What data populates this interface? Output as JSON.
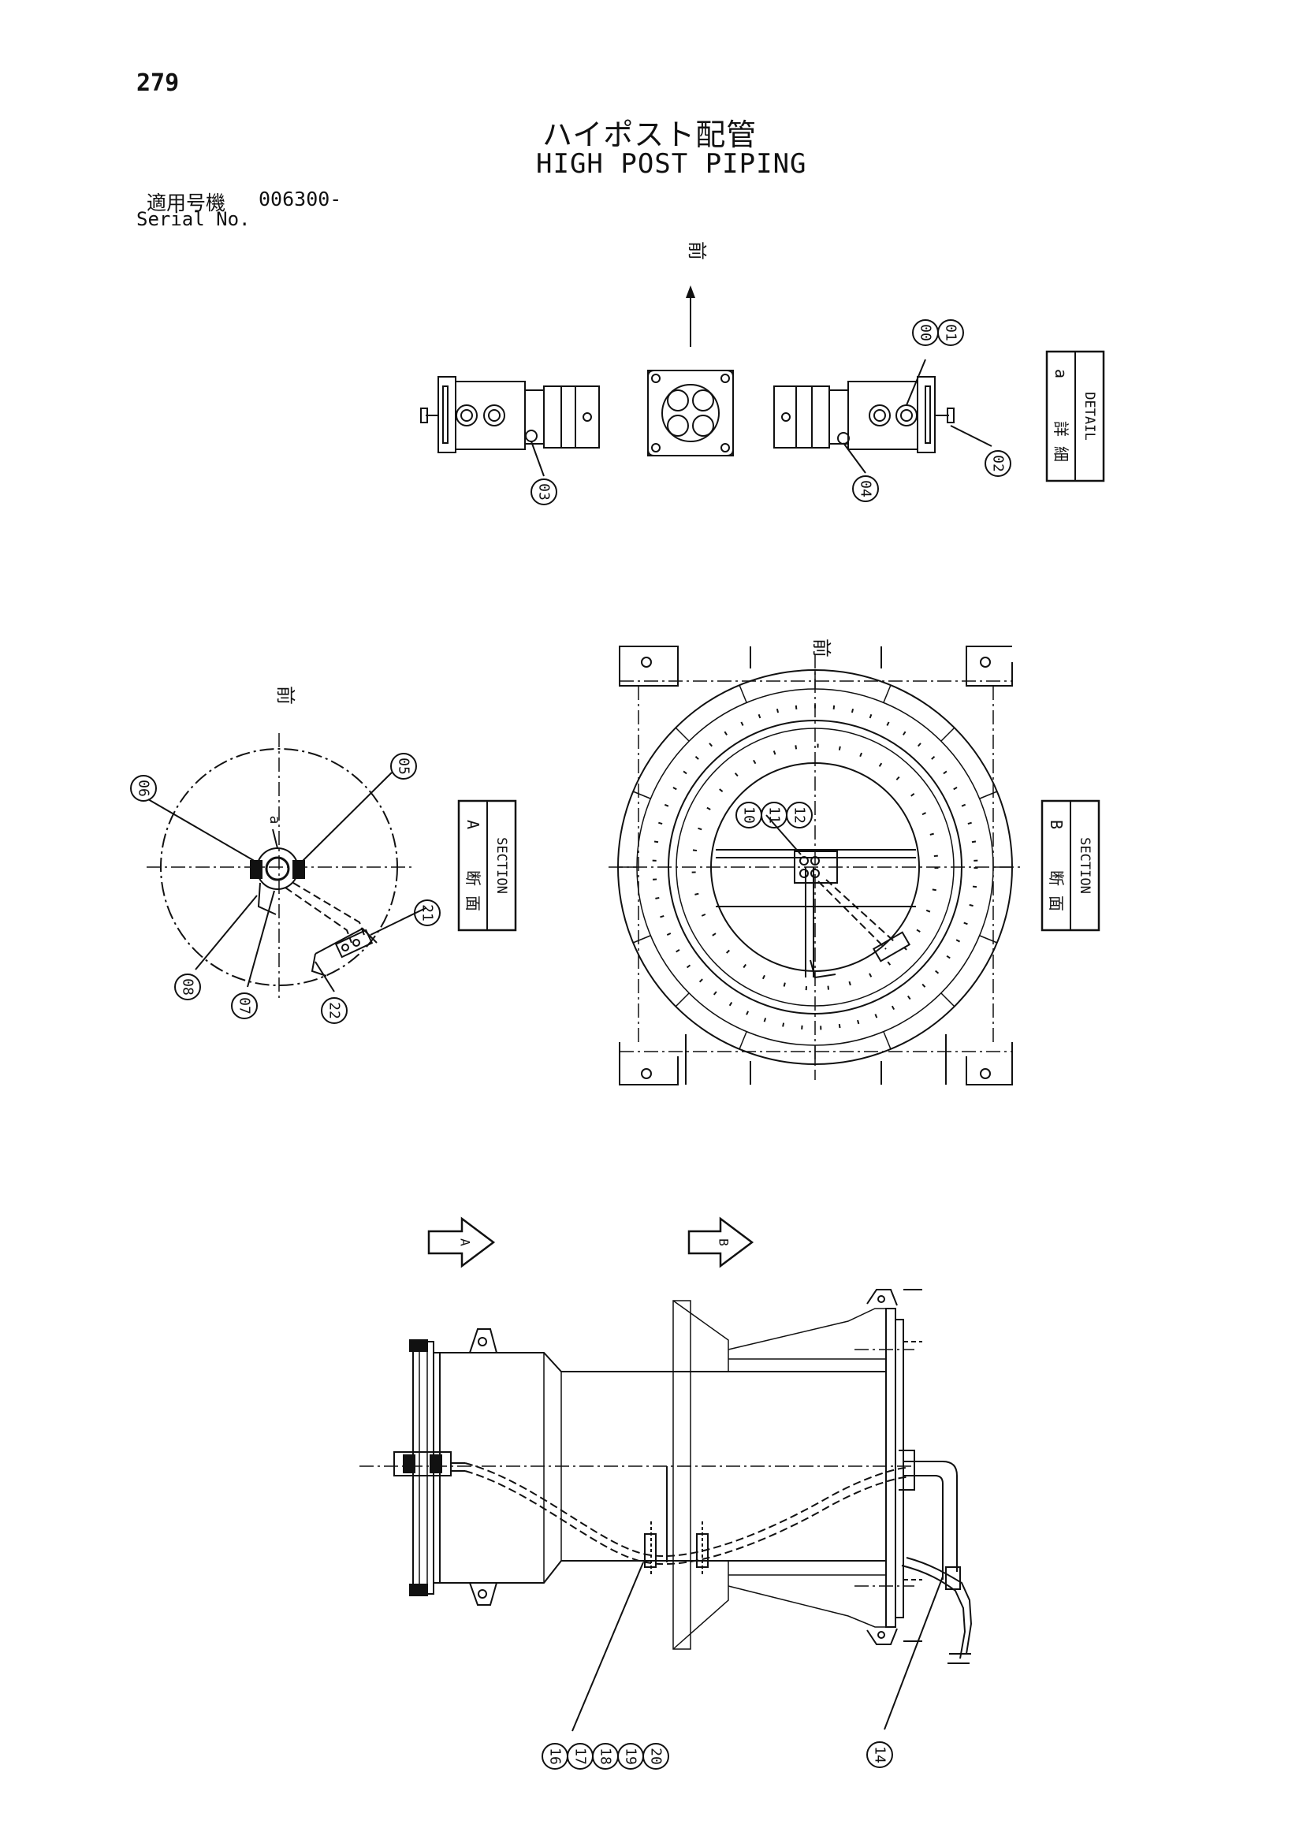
{
  "header": {
    "page_number": "279",
    "title_jp": "ハイポスト配管",
    "title_en": "HIGH POST PIPING",
    "serial_label_jp": "適用号機",
    "serial_value": "006300-",
    "serial_label_en": "Serial No."
  },
  "views": {
    "front_marker": "前",
    "detail": {
      "label_jp": "詳 細",
      "label_en": "DETAIL",
      "letter": "a",
      "callouts": [
        "00",
        "01",
        "02",
        "03",
        "04"
      ]
    },
    "section_a": {
      "label_jp": "断 面",
      "label_en": "SECTION",
      "letter": "A",
      "detail_ref": "a",
      "callouts": [
        "05",
        "06",
        "07",
        "08",
        "21",
        "22"
      ]
    },
    "section_b": {
      "label_jp": "断 面",
      "label_en": "SECTION",
      "letter": "B",
      "callouts": [
        "10",
        "11",
        "12"
      ]
    },
    "elevation": {
      "arrow_a": "A",
      "arrow_b": "B",
      "callouts_group": [
        "16",
        "17",
        "18",
        "19",
        "20"
      ],
      "callout_single": "14"
    }
  },
  "colors": {
    "ink": "#111111",
    "paper": "#ffffff"
  }
}
